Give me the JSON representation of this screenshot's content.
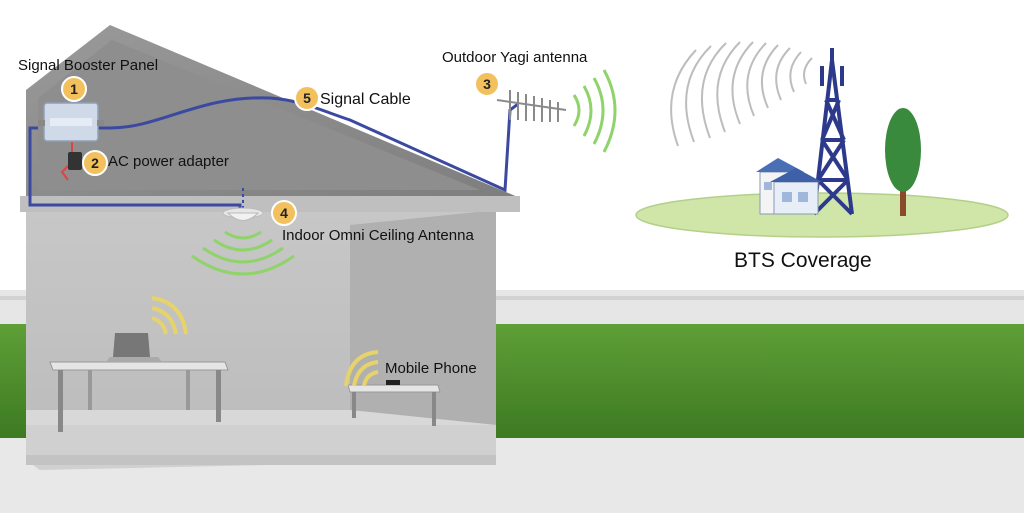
{
  "labels": {
    "booster_panel": "Signal Booster Panel",
    "ac_adapter": "AC power adapter",
    "signal_cable": "Signal Cable",
    "yagi_antenna": "Outdoor Yagi antenna",
    "omni_antenna": "Indoor Omni Ceiling Antenna",
    "mobile_phone": "Mobile Phone",
    "bts_coverage": "BTS Coverage"
  },
  "badges": {
    "booster_panel": "1",
    "ac_adapter": "2",
    "yagi_antenna": "3",
    "omni_antenna": "4",
    "signal_cable": "5"
  },
  "colors": {
    "badge": "#f2c15e",
    "cable": "#3b4aa0",
    "signal_wave": "#8fd36a",
    "indoor_wave": "#e6d36a",
    "grass": "#4b8a2a",
    "tower": "#2d3a8c",
    "tree": "#3a8a3e",
    "bts_ground": "#cfe6a8"
  }
}
